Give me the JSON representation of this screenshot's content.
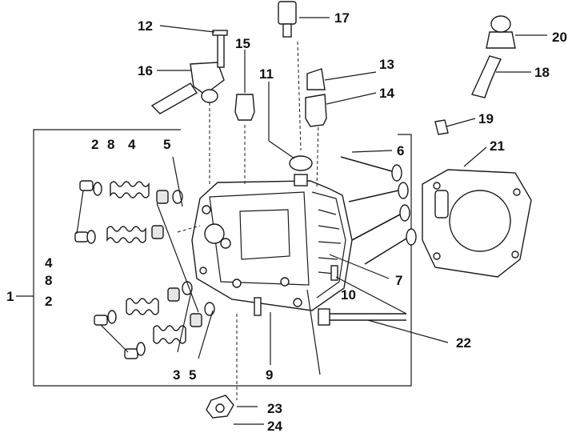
{
  "callouts": {
    "c1": "1",
    "c2a": "2",
    "c2b": "2",
    "c3": "3",
    "c4a": "4",
    "c4b": "4",
    "c5a": "5",
    "c5b": "5",
    "c6": "6",
    "c7": "7",
    "c8a": "8",
    "c8b": "8",
    "c9": "9",
    "c10": "10",
    "c11": "11",
    "c12": "12",
    "c13": "13",
    "c14": "14",
    "c15": "15",
    "c16": "16",
    "c17": "17",
    "c18": "18",
    "c19": "19",
    "c20": "20",
    "c21": "21",
    "c22": "22",
    "c23": "23",
    "c24": "24"
  }
}
